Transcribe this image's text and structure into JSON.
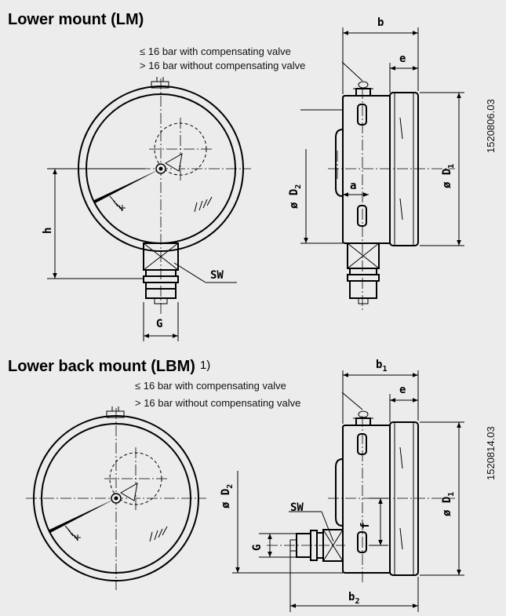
{
  "lm": {
    "heading": "Lower mount (LM)",
    "note_with_valve": "≤ 16 bar with compensating valve",
    "note_without_valve": "> 16 bar without compensating valve",
    "ref": "1520806.03",
    "dims": {
      "b": "b",
      "e": "e",
      "a": "a",
      "h": "h",
      "sw": "SW",
      "g": "G",
      "d1": "ø D",
      "d1_sub": "1",
      "d2": "ø D",
      "d2_sub": "2"
    }
  },
  "lbm": {
    "heading": "Lower back mount (LBM)",
    "footnote": "1)",
    "note_with_valve": "≤ 16 bar with compensating valve",
    "note_without_valve": "> 16 bar without compensating valve",
    "ref": "1520814.03",
    "dims": {
      "b": "b",
      "b_sub": "1",
      "b2": "b",
      "b2_sub": "2",
      "e": "e",
      "f": "f",
      "sw": "SW",
      "g": "G",
      "d1": "ø D",
      "d1_sub": "1",
      "d2": "ø D",
      "d2_sub": "2"
    }
  }
}
